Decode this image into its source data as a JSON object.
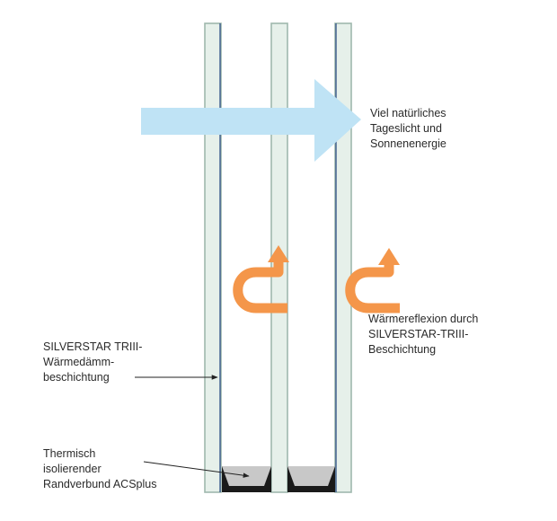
{
  "labels": {
    "light": {
      "lines": [
        "Viel natürliches",
        "Tageslicht und",
        "Sonnenenergie"
      ]
    },
    "reflection": {
      "lines": [
        "Wärmereflexion durch",
        "SILVERSTAR-TRIII-",
        "Beschichtung"
      ]
    },
    "coating": {
      "lines": [
        "SILVERSTAR TRIII-",
        "Wärmedämm-",
        "beschichtung"
      ]
    },
    "spacer": {
      "lines": [
        "Thermisch",
        "isolierender",
        "Randverbund ACSplus"
      ]
    }
  },
  "colors": {
    "glass_fill": "#e6f0ea",
    "glass_edge": "#9fb8ad",
    "coating_line": "#3a5a8c",
    "light_arrow": "#bfe3f5",
    "heat_arrow": "#f4964a",
    "spacer_fill": "#c8c8c8",
    "sealant": "#1a1a1a",
    "pointer": "#222222",
    "text": "#2b2b2b"
  },
  "icons": {
    "light": "right-arrow-icon",
    "heat": "u-turn-arrow-icon"
  }
}
